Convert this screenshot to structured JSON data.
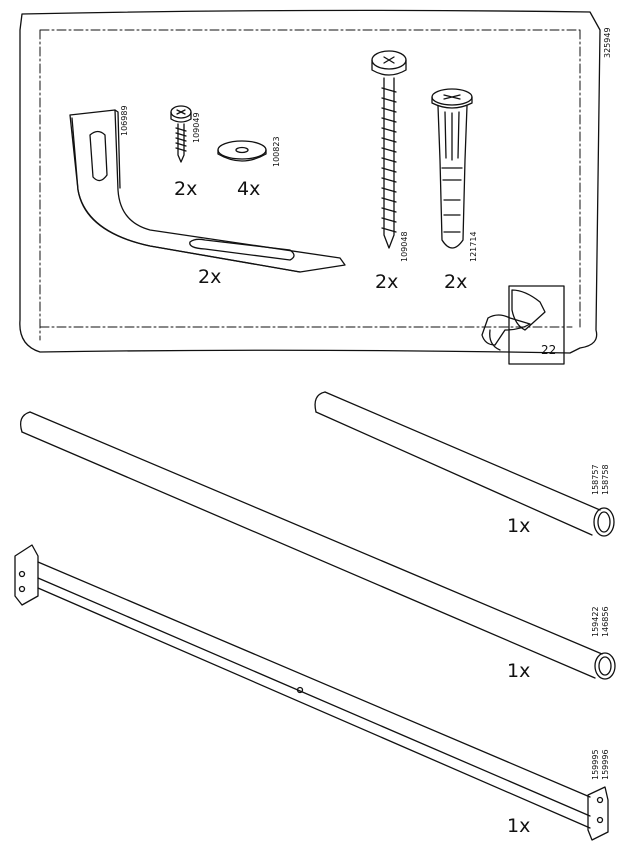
{
  "bag_code": "325949",
  "hardware": {
    "bracket": {
      "code": "106989",
      "qty": "2x"
    },
    "short_screw": {
      "code": "109049",
      "qty": "2x"
    },
    "washer": {
      "code": "100823",
      "qty": "4x"
    },
    "long_screw": {
      "code": "109048",
      "qty": "2x"
    },
    "wall_plug": {
      "code": "121714",
      "qty": "2x"
    }
  },
  "reference_page": "22",
  "rods": {
    "short_rod": {
      "codes": [
        "158757",
        "158758"
      ],
      "qty": "1x"
    },
    "long_rod": {
      "codes": [
        "159422",
        "146856"
      ],
      "qty": "1x"
    },
    "rail": {
      "codes": [
        "159995",
        "159996"
      ],
      "qty": "1x"
    }
  }
}
